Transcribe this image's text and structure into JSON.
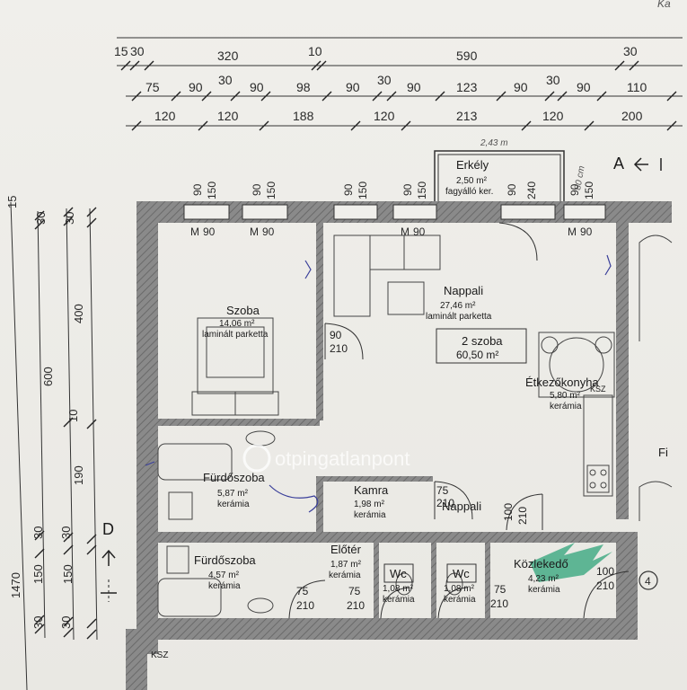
{
  "corner_note": "Ka",
  "dims_top_row1": [
    "15",
    "30",
    "320",
    "10",
    "590",
    "30"
  ],
  "dims_top_row2": [
    "75",
    "90",
    "30",
    "90",
    "98",
    "90",
    "30",
    "90",
    "123",
    "90",
    "30",
    "90",
    "110"
  ],
  "dims_top_row3": [
    "120",
    "120",
    "188",
    "120",
    "213",
    "120",
    "200"
  ],
  "dims_left_outer": [
    "1470"
  ],
  "dims_left_col2": [
    "600",
    "30",
    "150",
    "30"
  ],
  "dims_left_col3": [
    "15",
    "30",
    "30",
    "400",
    "10",
    "190",
    "30",
    "150",
    "30"
  ],
  "opening_labels": [
    "90",
    "150",
    "90",
    "150",
    "90",
    "150",
    "90",
    "150",
    "90",
    "240",
    "90",
    "150"
  ],
  "window_marks": [
    "M",
    "90",
    "M",
    "90",
    "M",
    "90",
    "M",
    "90"
  ],
  "balcony": {
    "name": "Erkély",
    "area": "2,50 m²",
    "material": "fagyálló ker.",
    "handwritten_width": "2,43 m",
    "handwritten_depth": "80 cm"
  },
  "section_a": "A",
  "section_d": "D",
  "rooms": {
    "szoba": {
      "name": "Szoba",
      "area": "14,06 m²",
      "material": "laminált parketta"
    },
    "nappali": {
      "name": "Nappali",
      "area": "27,46 m²",
      "material": "laminált parketta"
    },
    "summary": {
      "name": "2 szoba",
      "area": "60,50 m²"
    },
    "etkezokonyha": {
      "name": "Étkezőkonyha",
      "area": "5,80 m²",
      "material": "kerámia"
    },
    "furdoszoba1": {
      "name": "Fürdőszoba",
      "area": "5,87 m²",
      "material": "kerámia"
    },
    "kamra": {
      "name": "Kamra",
      "area": "1,98 m²",
      "material": "kerámia"
    },
    "nappali_label2": {
      "name": "Nappali"
    },
    "furdoszoba2": {
      "name": "Fürdőszoba",
      "area": "4,57 m²",
      "material": "kerámia"
    },
    "eloter": {
      "name": "Előtér",
      "area": "1,87 m²",
      "material": "kerámia"
    },
    "wc1": {
      "name": "Wc",
      "area": "1,08 m²",
      "material": "kerámia"
    },
    "wc2": {
      "name": "Wc",
      "area": "1,08 m²",
      "material": "kerámia"
    },
    "kozlekedo": {
      "name": "Közlekedő",
      "area": "4,23 m²",
      "material": "kerámia"
    }
  },
  "doors": {
    "d1": [
      "90",
      "210"
    ],
    "d2": [
      "75",
      "210"
    ],
    "d3": [
      "100",
      "210"
    ],
    "d4": [
      "75",
      "210"
    ],
    "d5": [
      "75",
      "210"
    ],
    "d6": [
      "75",
      "210"
    ],
    "d7": [
      "100",
      "210"
    ]
  },
  "kitchen_label": "KSZ",
  "bottom_label": "KSZ",
  "right_partial": "Fi",
  "circle_number": "4",
  "watermark": "otpingatlanpont",
  "colors": {
    "wall": "#7d7d7d",
    "line": "#333333",
    "highlight": "#2fa37a",
    "pen": "#3a3f9a"
  }
}
